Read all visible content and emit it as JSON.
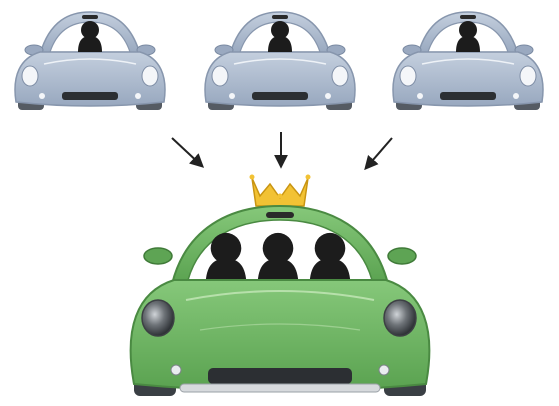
{
  "diagram": {
    "small_cars": [
      {
        "name": "car-left",
        "passengers": 1
      },
      {
        "name": "car-middle",
        "passengers": 1
      },
      {
        "name": "car-right",
        "passengers": 1
      }
    ],
    "big_car": {
      "passengers": 3,
      "crown": true
    },
    "arrows": 3,
    "colors": {
      "small_car_body": "#a9b7cc",
      "small_car_shadow": "#8a9bb3",
      "big_car_body": "#6db562",
      "big_car_shadow": "#4f9246",
      "crown": "#f0c030",
      "passenger": "#1c1c1c",
      "arrow": "#222222"
    },
    "icons": [
      "car-icon",
      "person-icon",
      "crown-icon",
      "arrow-icon"
    ]
  }
}
